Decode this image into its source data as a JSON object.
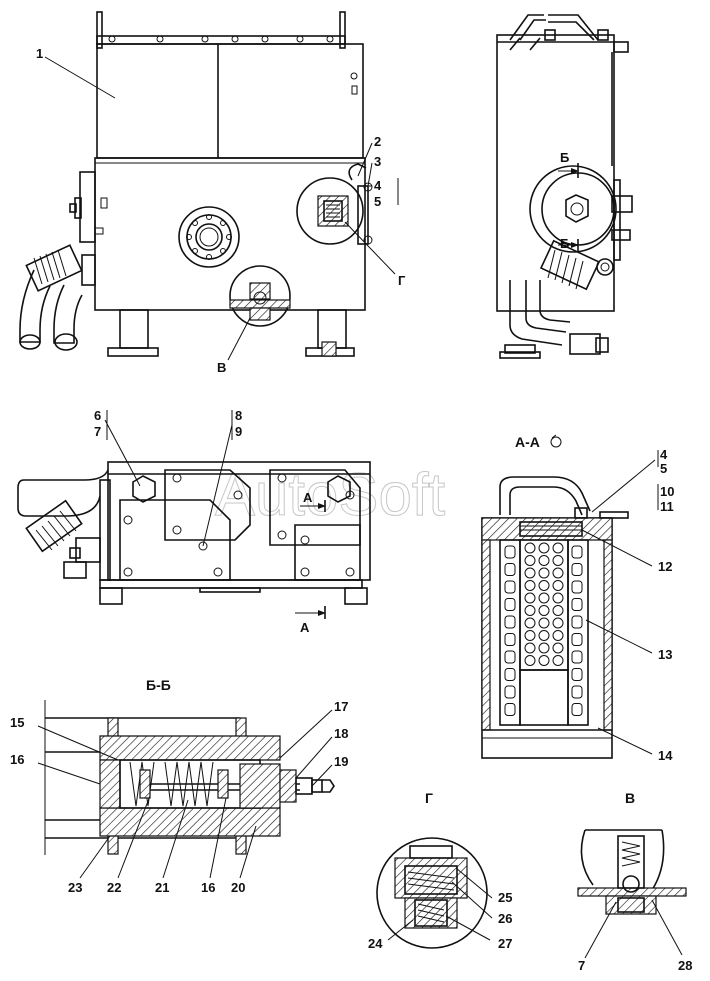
{
  "watermark": "AutoSoft",
  "view_titles": {
    "section_aa": "А-А",
    "section_bb": "Б-Б",
    "detail_g": "Г",
    "detail_v": "В"
  },
  "section_marks": {
    "b_top": "Б",
    "b_bottom": "Б",
    "a_top": "А",
    "a_bottom": "А",
    "g_leader": "Г",
    "v_leader": "В"
  },
  "callouts": {
    "c1": "1",
    "c2": "2",
    "c3": "3",
    "c4": "4",
    "c5": "5",
    "c6": "6",
    "c7": "7",
    "c8": "8",
    "c9": "9",
    "c4b": "4",
    "c5b": "5",
    "c10": "10",
    "c11": "11",
    "c12": "12",
    "c13": "13",
    "c14": "14",
    "c15": "15",
    "c16": "16",
    "c17": "17",
    "c18": "18",
    "c19": "19",
    "c23": "23",
    "c22": "22",
    "c21": "21",
    "c16b": "16",
    "c20": "20",
    "c25": "25",
    "c26": "26",
    "c24": "24",
    "c27": "27",
    "c7b": "7",
    "c28": "28"
  }
}
